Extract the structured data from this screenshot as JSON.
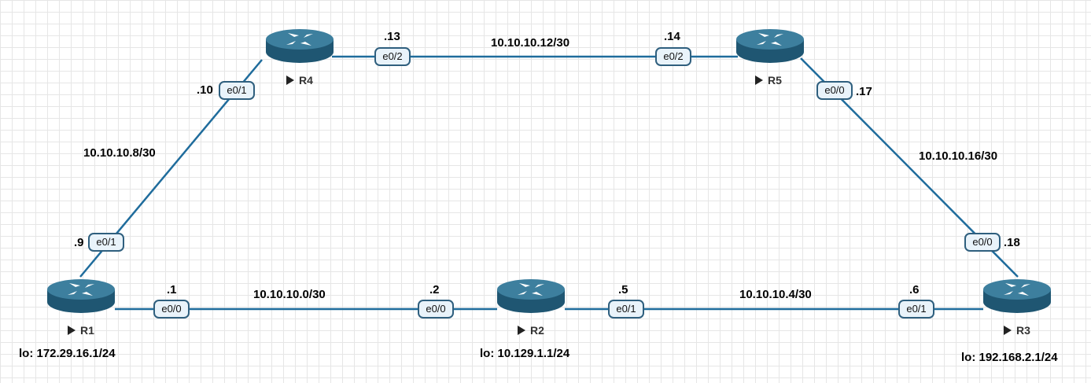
{
  "routers": [
    {
      "id": "R1",
      "label": "R1",
      "loopback": "lo: 172.29.16.1/24"
    },
    {
      "id": "R2",
      "label": "R2",
      "loopback": "lo: 10.129.1.1/24"
    },
    {
      "id": "R3",
      "label": "R3",
      "loopback": "lo: 192.168.2.1/24"
    },
    {
      "id": "R4",
      "label": "R4"
    },
    {
      "id": "R5",
      "label": "R5"
    }
  ],
  "links": [
    {
      "id": "r1-r2",
      "from": "R1",
      "to": "R2",
      "subnet": "10.10.10.0/30",
      "a": {
        "iface": "e0/0",
        "host": ".1"
      },
      "b": {
        "iface": "e0/0",
        "host": ".2"
      }
    },
    {
      "id": "r2-r3",
      "from": "R2",
      "to": "R3",
      "subnet": "10.10.10.4/30",
      "a": {
        "iface": "e0/1",
        "host": ".5"
      },
      "b": {
        "iface": "e0/1",
        "host": ".6"
      }
    },
    {
      "id": "r1-r4",
      "from": "R1",
      "to": "R4",
      "subnet": "10.10.10.8/30",
      "a": {
        "iface": "e0/1",
        "host": ".9"
      },
      "b": {
        "iface": "e0/1",
        "host": ".10"
      }
    },
    {
      "id": "r4-r5",
      "from": "R4",
      "to": "R5",
      "subnet": "10.10.10.12/30",
      "a": {
        "iface": "e0/2",
        "host": ".13"
      },
      "b": {
        "iface": "e0/2",
        "host": ".14"
      }
    },
    {
      "id": "r5-r3",
      "from": "R5",
      "to": "R3",
      "subnet": "10.10.10.16/30",
      "a": {
        "iface": "e0/0",
        "host": ".17"
      },
      "b": {
        "iface": "e0/0",
        "host": ".18"
      }
    }
  ],
  "colors": {
    "link": "#1f6c9c",
    "router_top": "#3d7f9e",
    "router_side": "#1f5672",
    "iface_border": "#2f5f7e"
  }
}
